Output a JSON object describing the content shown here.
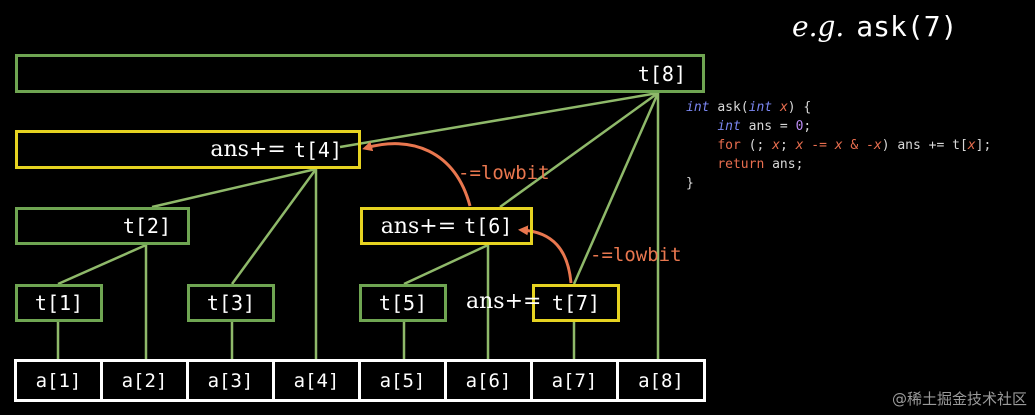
{
  "title": {
    "prefix": "e.g.",
    "call": "ask(7)"
  },
  "nodes": {
    "t8": "t[8]",
    "t4": "t[4]",
    "t2": "t[2]",
    "t6": "t[6]",
    "t1": "t[1]",
    "t3": "t[3]",
    "t5": "t[5]",
    "t7": "t[7]"
  },
  "ans_prefix": "ans+=",
  "array": [
    "a[1]",
    "a[2]",
    "a[3]",
    "a[4]",
    "a[5]",
    "a[6]",
    "a[7]",
    "a[8]"
  ],
  "annotations": {
    "lowbit_upper": "-=lowbit",
    "lowbit_lower": "-=lowbit"
  },
  "code": {
    "line1": {
      "type": "int",
      "fn": "ask(",
      "ptype": "int",
      "param": "x",
      "end": ") {"
    },
    "line2": {
      "type": "int",
      "rest": "ans = ",
      "num": "0",
      "end": ";"
    },
    "line3": {
      "kw": "for",
      "a": " (; ",
      "x1": "x",
      "b": "; ",
      "x2": "x",
      "c": " -= ",
      "x3": "x",
      "d": " & -",
      "x4": "x",
      "e": ") ans += t[",
      "x5": "x",
      "f": "];"
    },
    "line4": {
      "kw": "return",
      "rest": " ans;"
    },
    "line5": "}"
  },
  "colors": {
    "tree_border": "#6FA552",
    "highlight_border": "#E6D321",
    "arrow": "#E9774F",
    "background": "#000000"
  },
  "watermark": "@稀土掘金技术社区"
}
